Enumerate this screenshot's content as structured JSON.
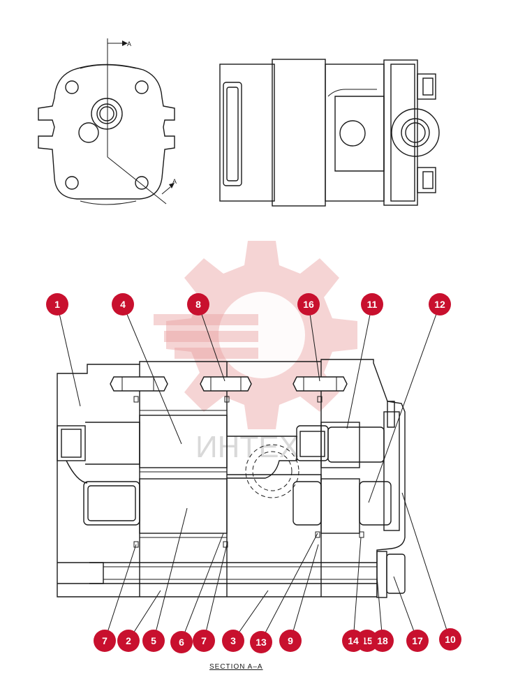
{
  "section_marker": "A",
  "section_caption": "SECTION  A–A",
  "watermark_text": "ИНТЕХ",
  "colors": {
    "callout": "#c8102e",
    "line": "#1a1a1a",
    "watermark": "#e8a0a0"
  },
  "callouts": [
    {
      "id": "c1",
      "label": "1"
    },
    {
      "id": "c4",
      "label": "4"
    },
    {
      "id": "c8",
      "label": "8"
    },
    {
      "id": "c16",
      "label": "16"
    },
    {
      "id": "c11",
      "label": "11"
    },
    {
      "id": "c12",
      "label": "12"
    },
    {
      "id": "c7a",
      "label": "7"
    },
    {
      "id": "c2",
      "label": "2"
    },
    {
      "id": "c5a",
      "label": "5"
    },
    {
      "id": "c6",
      "label": "6"
    },
    {
      "id": "c7b",
      "label": "7"
    },
    {
      "id": "c3",
      "label": "3"
    },
    {
      "id": "c13",
      "label": "13"
    },
    {
      "id": "c9",
      "label": "9"
    },
    {
      "id": "c14",
      "label": "14"
    },
    {
      "id": "c15",
      "label": "15"
    },
    {
      "id": "c18",
      "label": "18"
    },
    {
      "id": "c17",
      "label": "17"
    },
    {
      "id": "c10",
      "label": "10"
    }
  ]
}
